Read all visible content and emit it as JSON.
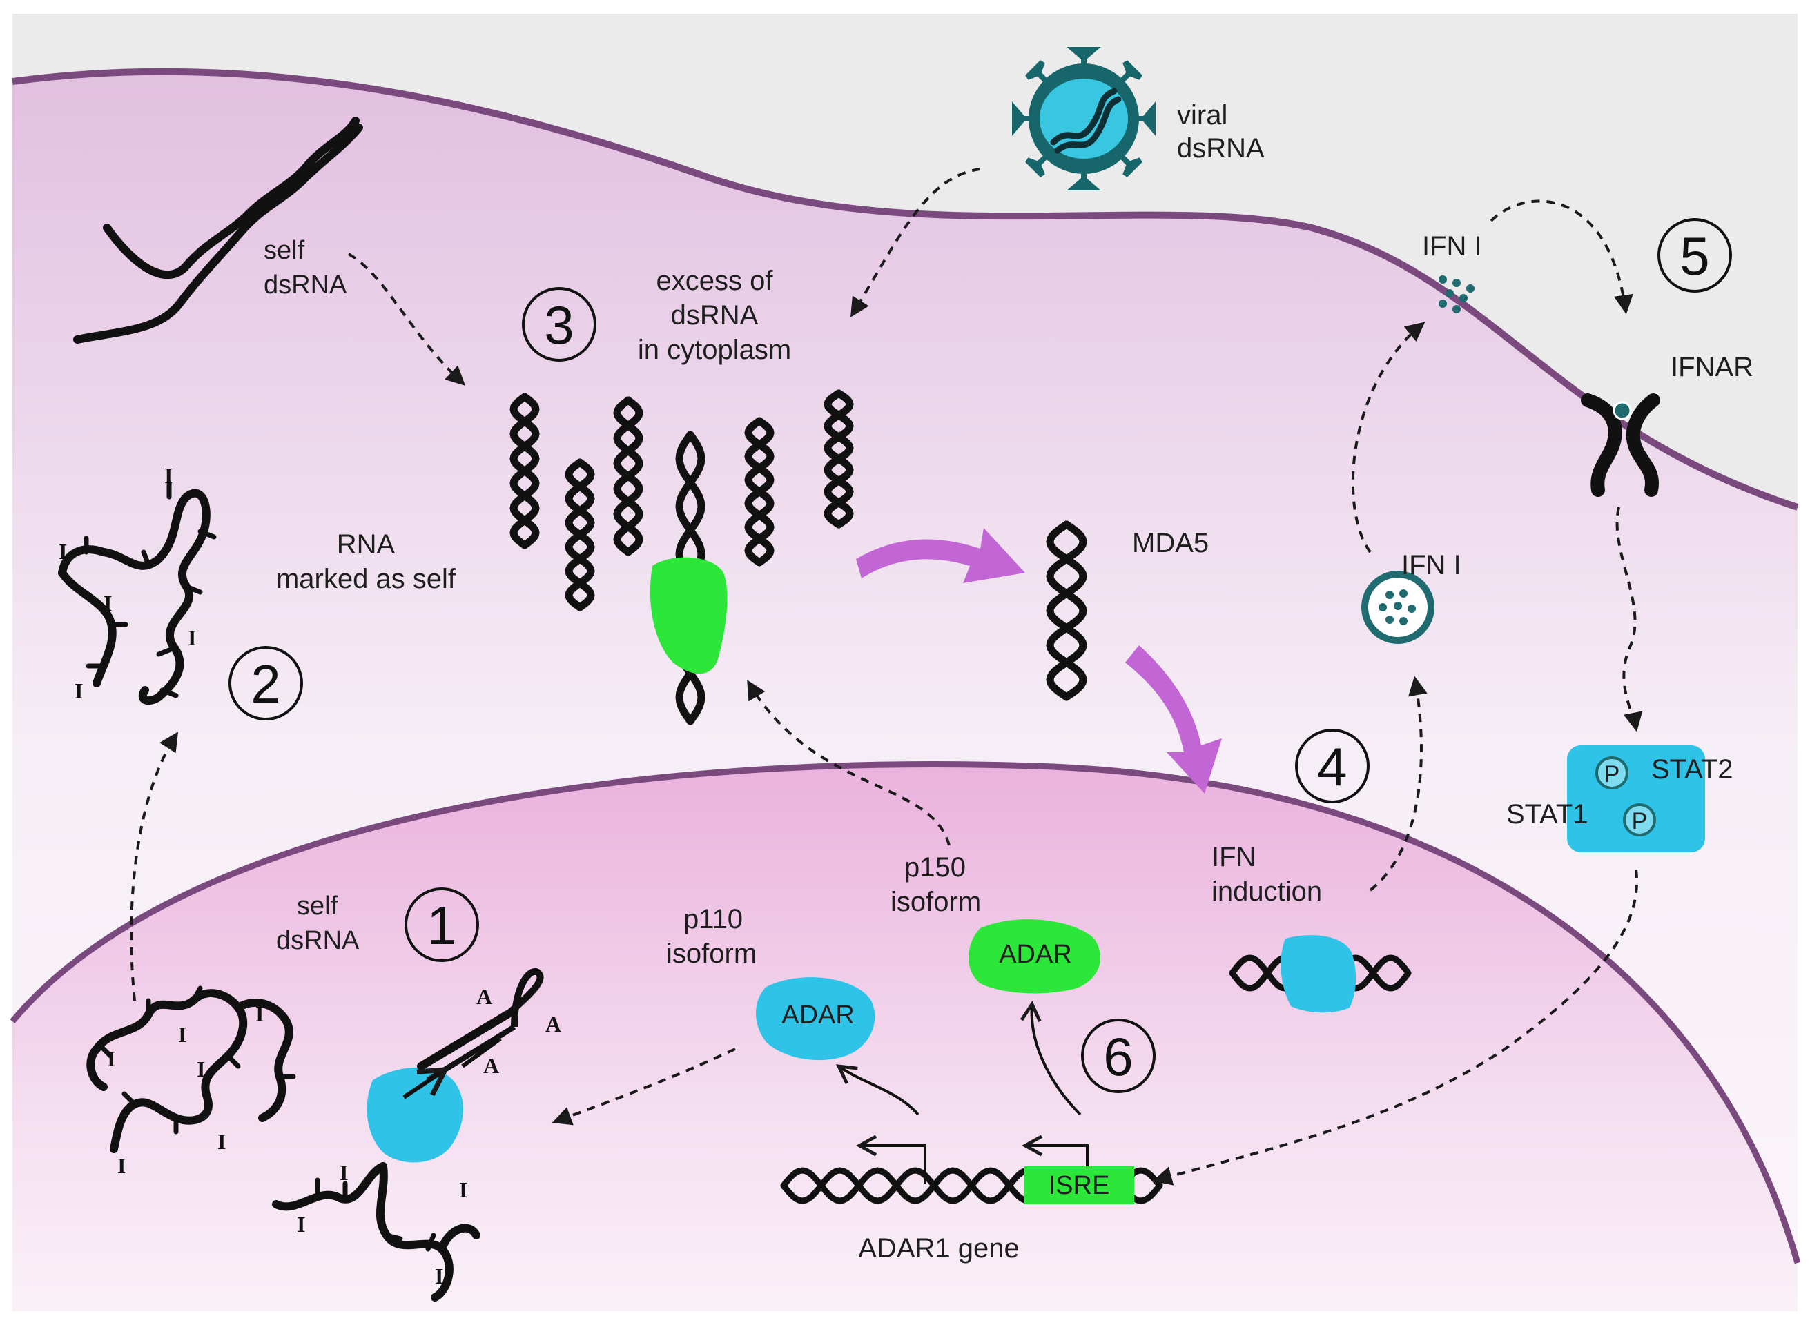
{
  "labels": {
    "self_dsrna_top": [
      "self",
      "dsRNA"
    ],
    "viral_dsrna": [
      "viral",
      "dsRNA"
    ],
    "excess": [
      "excess of",
      "dsRNA",
      "in cytoplasm"
    ],
    "rna_marked": [
      "RNA",
      "marked as self"
    ],
    "mda5": "MDA5",
    "ifn_vesicle": "IFN I",
    "ifn_secreted": "IFN I",
    "ifnar": "IFNAR",
    "stat2": "STAT2",
    "stat1": "STAT1",
    "phospho": "P",
    "ifn_induction": [
      "IFN",
      "induction"
    ],
    "self_dsrna_nuc": [
      "self",
      "dsRNA"
    ],
    "p110": [
      "p110",
      "isoform"
    ],
    "p150": [
      "p150",
      "isoform"
    ],
    "adar": "ADAR",
    "isre": "ISRE",
    "adar1_gene": "ADAR1 gene",
    "inosine": "I",
    "adenosine": "A"
  },
  "steps": [
    "1",
    "2",
    "3",
    "4",
    "5",
    "6"
  ],
  "colors": {
    "background": "#ebebeb",
    "cytoplasm": "#e7c8e2",
    "membrane": "#7a4a7e",
    "nucleus": "#ecb9e0",
    "adar_p110": "#2fc3e8",
    "adar_p150": "#2de63a",
    "mda5": "#2de63a",
    "stat": "#2fc3e8",
    "virus": "#2fc3e8",
    "ifn_dots": "#1f6b70",
    "pathway_arrow": "#c266d6"
  }
}
